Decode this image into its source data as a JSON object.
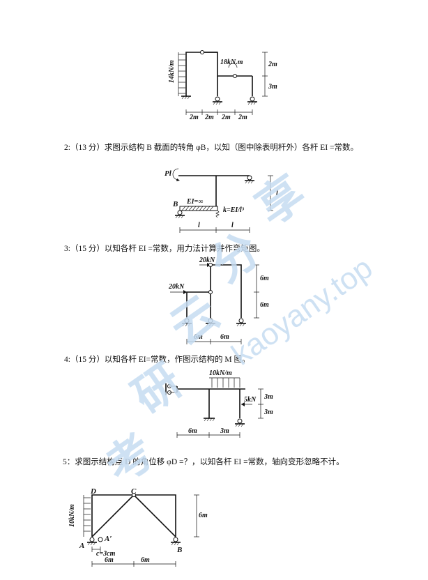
{
  "questions": [
    {
      "number": "2",
      "text": "2:（13 分）求图示结构 B 截面的转角 φB，以知（图中除表明杆外）各杆 EI =常数。"
    },
    {
      "number": "3",
      "text": "3:（15 分）以知各杆 EI =常数，用力法计算并作弯矩图。"
    },
    {
      "number": "4",
      "text": "4:（15 分）以知各杆 EI=常数，作图示结构的 M 图。"
    },
    {
      "number": "5",
      "text": "5：求图示结构点 D 的角位移 φD =？，以知各杆 EI =常数，轴向变形忽略不计。"
    }
  ],
  "fig1": {
    "load": "14kN/m",
    "moment": "18kN.m",
    "dims_h": [
      "2m",
      "2m",
      "2m",
      "2m"
    ],
    "dims_v": [
      "2m",
      "3m"
    ]
  },
  "fig2": {
    "load": "Pl",
    "point_b": "B",
    "ei_label": "EI=∞",
    "spring": "k=EI/l³",
    "dims_h": [
      "l",
      "l"
    ],
    "dim_v": "l"
  },
  "fig3": {
    "load_top": "20kN",
    "load_mid": "20kN",
    "dims_h": [
      "6m",
      "6m"
    ],
    "dims_v": [
      "6m",
      "6m"
    ]
  },
  "fig4": {
    "load_dist": "10kN/m",
    "load_point": "5kN",
    "dims_h": [
      "6m",
      "3m"
    ],
    "dims_v": [
      "3m",
      "3m"
    ]
  },
  "fig5": {
    "load": "10kN/m",
    "points": {
      "a": "A",
      "a_prime": "A′",
      "b": "B",
      "c": "C",
      "d": "D"
    },
    "settlement": "c=3cm",
    "dims_h": [
      "6m",
      "6m"
    ],
    "dim_v": "6m"
  },
  "watermark": {
    "chars": [
      "考",
      "研",
      "云",
      "分",
      "享"
    ],
    "url": "kaoyany.top",
    "color": "#c6dcf1"
  }
}
